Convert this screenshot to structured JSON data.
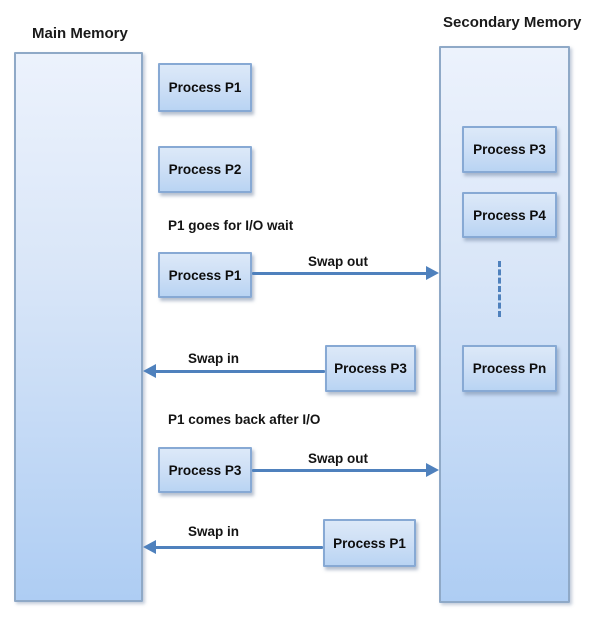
{
  "diagram": {
    "title_left": "Main Memory",
    "title_right": "Secondary Memory",
    "annotations": {
      "io_wait": "P1 goes for I/O wait",
      "io_return": "P1 comes back after I/O"
    },
    "arrows": {
      "swap_out_1": "Swap out",
      "swap_in_1": "Swap in",
      "swap_out_2": "Swap out",
      "swap_in_2": "Swap in"
    },
    "boxes": {
      "p1_top": "Process P1",
      "p2": "Process P2",
      "p1_io": "Process P1",
      "p3_main": "Process P3",
      "p3_swapin": "Process P3",
      "p1_swapin": "Process P1",
      "p3_secondary": "Process P3",
      "p4_secondary": "Process P4",
      "pn_secondary": "Process Pn"
    },
    "colors": {
      "arrow": "#4f81bd",
      "box_border": "#87a9d4",
      "memory_border": "#8fa9c7",
      "memory_fill_top": "#ecf2fc",
      "memory_fill_bottom": "#aecdf3"
    }
  }
}
